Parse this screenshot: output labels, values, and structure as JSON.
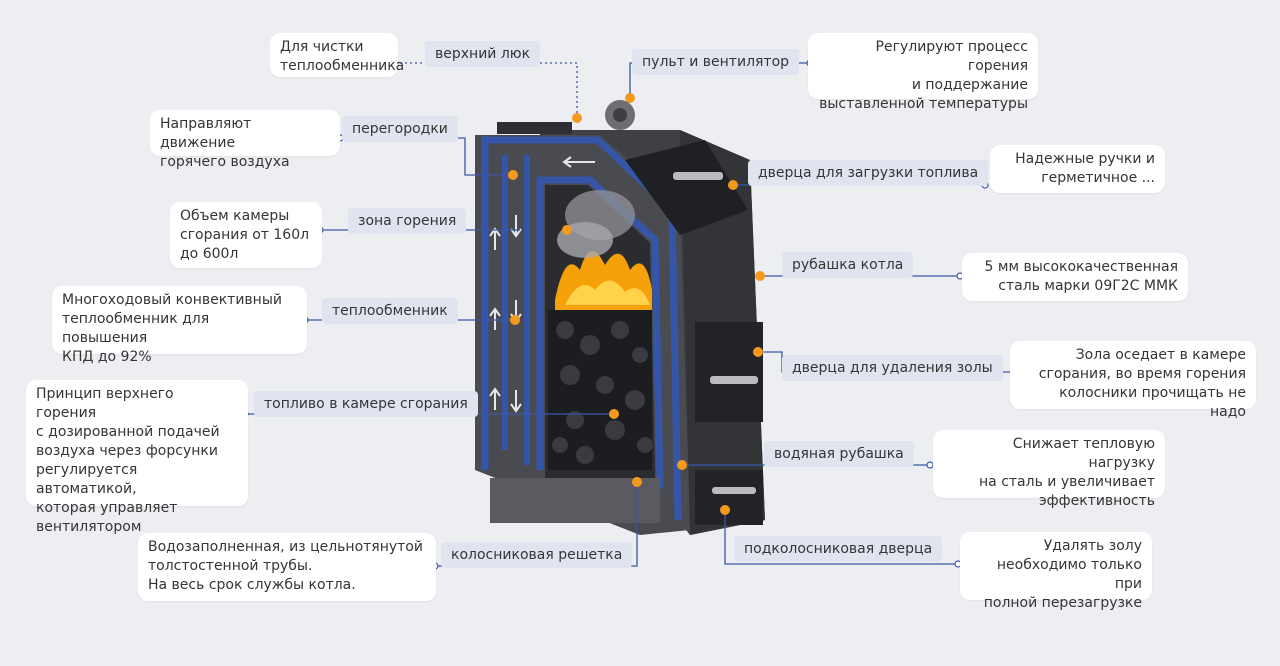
{
  "colors": {
    "background": "#eceef2",
    "leader_line": "#3a57a6",
    "marker": "#f39a1e",
    "label_bg": "#dfe4ef",
    "box_bg": "#ffffff",
    "boiler_body": "#3f4044",
    "boiler_jacket": "#3556a8",
    "fire": "#f5a20a"
  },
  "labels": {
    "top_hatch": "верхний люк",
    "control_fan": "пульт и вентилятор",
    "partitions": "перегородки",
    "loading_door": "дверца для загрузки топлива",
    "combustion_zone": "зона горения",
    "boiler_jacket": "рубашка котла",
    "heat_exchanger": "теплообменник",
    "ash_door": "дверца для удаления золы",
    "fuel_in_chamber": "топливо в камере сгорания",
    "water_jacket": "водяная рубашка",
    "grate": "колосниковая решетка",
    "under_grate_door": "подколосниковая дверца"
  },
  "notes": {
    "top_hatch": "Для чистки\nтеплообменника",
    "control_fan": "Регулируют процесс горения\nи поддержание\nвыставленной температуры",
    "partitions": "Направляют движение\nгорячего воздуха",
    "loading_door": "Надежные ручки и\nгерметичное ...",
    "combustion_zone": "Объем камеры\nсгорания от 160л\nдо 600л",
    "boiler_jacket": "5 мм высококачественная\nсталь марки 09Г2С ММК",
    "heat_exchanger": "Многоходовый конвективный\nтеплообменник для повышения\nКПД до 92%",
    "ash_door": "Зола оседает в камере\nсгорания, во время горения\nколосники прочищать не надо",
    "fuel_in_chamber": "Принцип верхнего горения\nс дозированной подачей\nвоздуха через форсунки\nрегулируется автоматикой,\nкоторая управляет\nвентилятором",
    "water_jacket": "Снижает тепловую нагрузку\nна сталь и увеличивает\nэффективность",
    "grate": "Водозаполненная, из цельнотянутой\nтолстостенной трубы.\nНа весь срок службы котла.",
    "under_grate_door": "Удалять золу\nнеобходимо только при\nполной перезагрузке"
  }
}
